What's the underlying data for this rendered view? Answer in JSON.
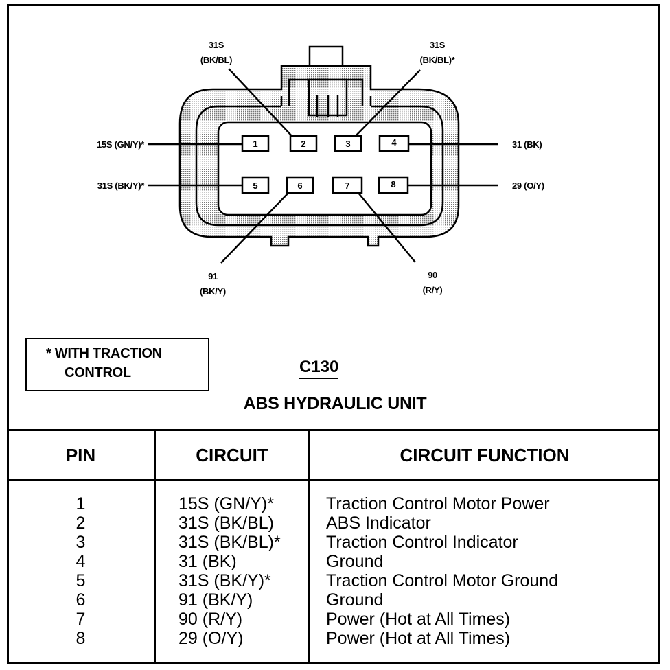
{
  "connector": {
    "id": "C130",
    "title": "ABS HYDRAULIC UNIT",
    "note_line1": "*  WITH TRACTION",
    "note_line2": "CONTROL",
    "pins": [
      "1",
      "2",
      "3",
      "4",
      "5",
      "6",
      "7",
      "8"
    ]
  },
  "wire_labels": {
    "pin1": "15S (GN/Y)*",
    "pin2_a": "31S",
    "pin2_b": "(BK/BL)",
    "pin3_a": "31S",
    "pin3_b": "(BK/BL)*",
    "pin4": "31 (BK)",
    "pin5": "31S (BK/Y)*",
    "pin6_a": "91",
    "pin6_b": "(BK/Y)",
    "pin7_a": "90",
    "pin7_b": "(R/Y)",
    "pin8": "29 (O/Y)"
  },
  "table": {
    "headers": [
      "PIN",
      "CIRCUIT",
      "CIRCUIT FUNCTION"
    ],
    "rows": [
      {
        "pin": "1",
        "circuit": "15S (GN/Y)*",
        "function": "Traction Control Motor Power"
      },
      {
        "pin": "2",
        "circuit": "31S (BK/BL)",
        "function": "ABS Indicator"
      },
      {
        "pin": "3",
        "circuit": "31S (BK/BL)*",
        "function": "Traction Control Indicator"
      },
      {
        "pin": "4",
        "circuit": "31 (BK)",
        "function": "Ground"
      },
      {
        "pin": "5",
        "circuit": "31S (BK/Y)*",
        "function": "Traction Control Motor Ground"
      },
      {
        "pin": "6",
        "circuit": "91 (BK/Y)",
        "function": "Ground"
      },
      {
        "pin": "7",
        "circuit": "90 (R/Y)",
        "function": "Power (Hot at All Times)"
      },
      {
        "pin": "8",
        "circuit": "29 (O/Y)",
        "function": "Power (Hot at All Times)"
      }
    ]
  }
}
